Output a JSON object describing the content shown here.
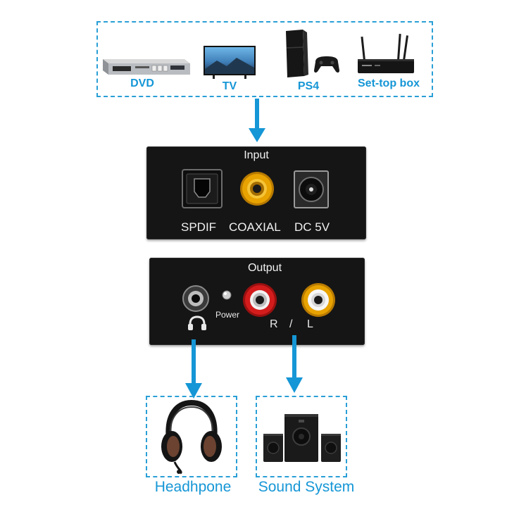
{
  "sources": {
    "items": [
      {
        "label": "DVD",
        "icon": "dvd-player-icon"
      },
      {
        "label": "TV",
        "icon": "tv-icon"
      },
      {
        "label": "PS4",
        "icon": "game-console-icon"
      },
      {
        "label": "Set-top box",
        "icon": "set-top-box-icon"
      }
    ]
  },
  "input_panel": {
    "title": "Input",
    "ports": [
      {
        "label": "SPDIF",
        "icon": "optical-port-icon"
      },
      {
        "label": "COAXIAL",
        "icon": "coaxial-port-icon"
      },
      {
        "label": "DC 5V",
        "icon": "dc-power-port-icon"
      }
    ]
  },
  "output_panel": {
    "title": "Output",
    "power_label": "Power",
    "r_label": "R",
    "slash": "/",
    "l_label": "L"
  },
  "outputs": {
    "items": [
      {
        "label": "Headhpone",
        "icon": "headphone-icon"
      },
      {
        "label": "Sound System",
        "icon": "speaker-system-icon"
      }
    ]
  },
  "colors": {
    "accent": "#1596d6",
    "panel": "#151515",
    "rca_yellow": "#e8a300",
    "rca_red": "#d41c1c",
    "rca_white": "#f4f4f4"
  }
}
